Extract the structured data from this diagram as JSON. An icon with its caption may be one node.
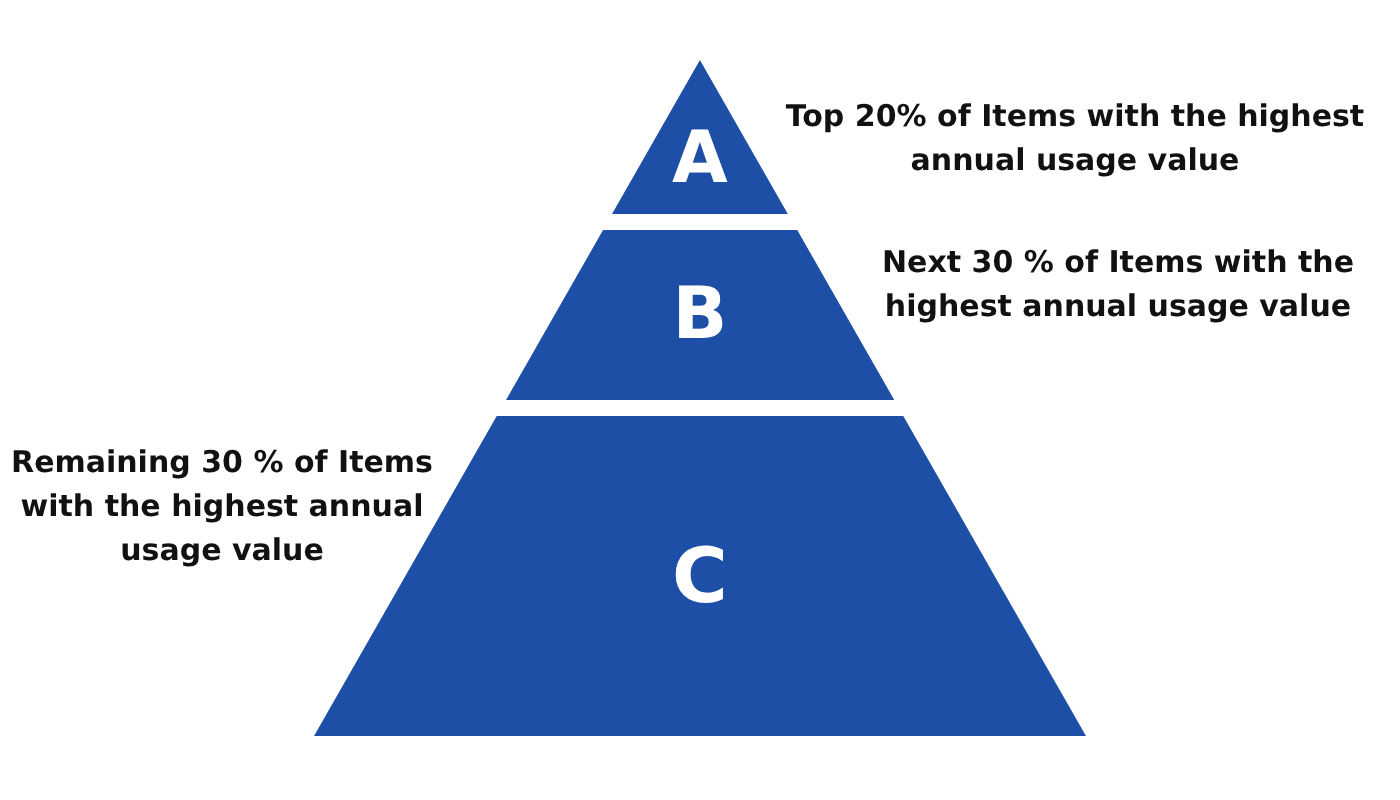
{
  "diagram": {
    "nodes": [
      {
        "text": [
          "A"
        ],
        "beside": [
          "Top 20% of Items with the highest annual usage value"
        ]
      },
      {
        "text": [
          "B"
        ],
        "beside": [
          "Next 30 % of Items with the highest annual usage value"
        ]
      },
      {
        "text": [
          "C"
        ],
        "beside": [
          "Remaining 30 % of Items with the highest annual usage value"
        ]
      }
    ]
  }
}
